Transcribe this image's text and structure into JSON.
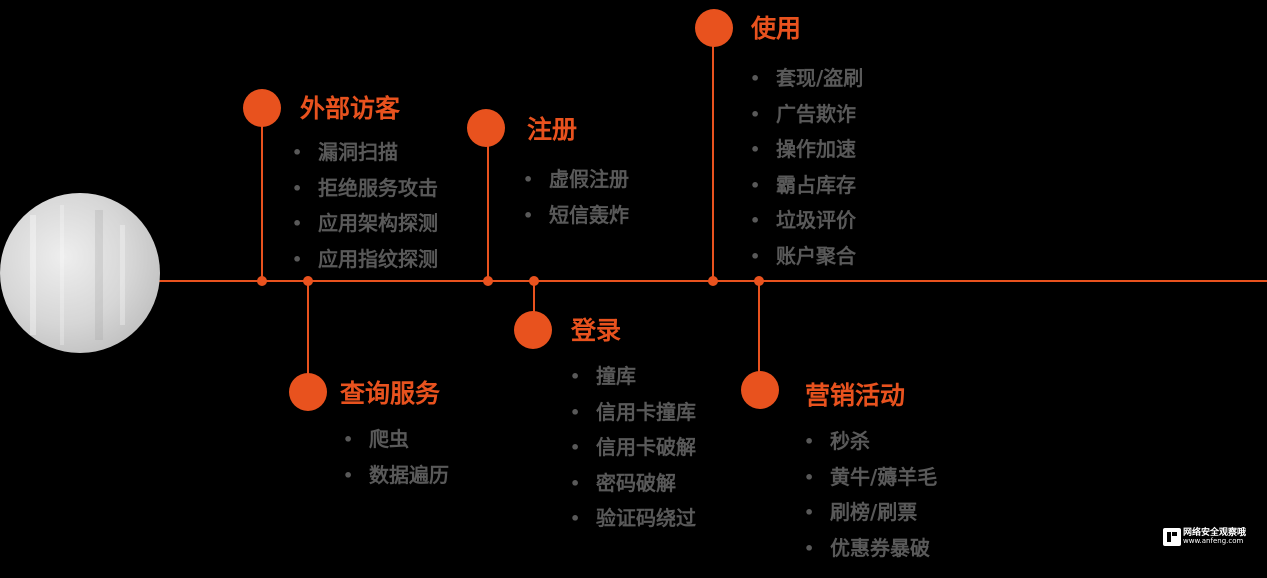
{
  "colors": {
    "accent": "#E8521E",
    "text_gray": "#595959",
    "background": "#000000",
    "photo_circle": "#d9d9d9"
  },
  "stages": {
    "visitor": {
      "title": "外部访客",
      "items": [
        "漏洞扫描",
        "拒绝服务攻击",
        "应用架构探测",
        "应用指纹探测"
      ]
    },
    "query": {
      "title": "查询服务",
      "items": [
        "爬虫",
        "数据遍历"
      ]
    },
    "register": {
      "title": "注册",
      "items": [
        "虚假注册",
        "短信轰炸"
      ]
    },
    "login": {
      "title": "登录",
      "items": [
        "撞库",
        "信用卡撞库",
        "信用卡破解",
        "密码破解",
        "验证码绕过"
      ]
    },
    "usage": {
      "title": "使用",
      "items": [
        "套现/盗刷",
        "广告欺诈",
        "操作加速",
        "霸占库存",
        "垃圾评价",
        "账户聚合"
      ]
    },
    "marketing": {
      "title": "营销活动",
      "items": [
        "秒杀",
        "黄牛/薅羊毛",
        "刷榜/刷票",
        "优惠券暴破"
      ]
    }
  },
  "bullet": "•",
  "watermark": {
    "name": "网络安全观察哦",
    "url": "www.anfeng.com"
  }
}
